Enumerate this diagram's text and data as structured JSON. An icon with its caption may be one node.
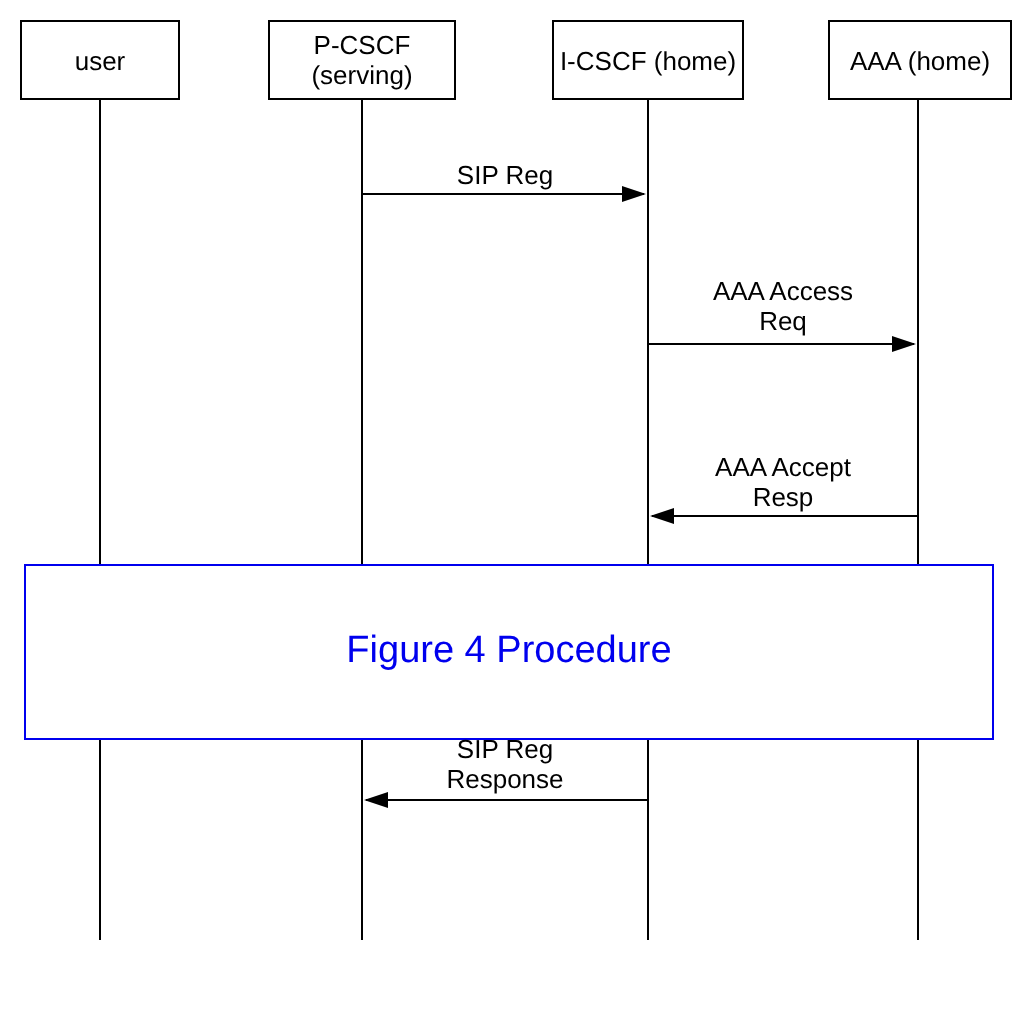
{
  "diagram": {
    "nodes": [
      {
        "text": [
          "user"
        ]
      },
      {
        "text": [
          "P-CSCF (serving)"
        ]
      },
      {
        "text": [
          "I-CSCF (home)"
        ]
      },
      {
        "text": [
          "AAA (home)"
        ]
      },
      {
        "text": [
          "Figure 4 Procedure"
        ]
      }
    ],
    "edges": [
      {
        "from": 1,
        "to": 2,
        "arrow": "to",
        "label": "SIP Reg"
      },
      {
        "from": 2,
        "to": 3,
        "arrow": "to",
        "label": "AAA Access Req"
      },
      {
        "from": 3,
        "to": 2,
        "arrow": "to",
        "label": "AAA Accept Resp"
      },
      {
        "from": 2,
        "to": 1,
        "arrow": "to",
        "label": "SIP Reg Response"
      }
    ]
  }
}
